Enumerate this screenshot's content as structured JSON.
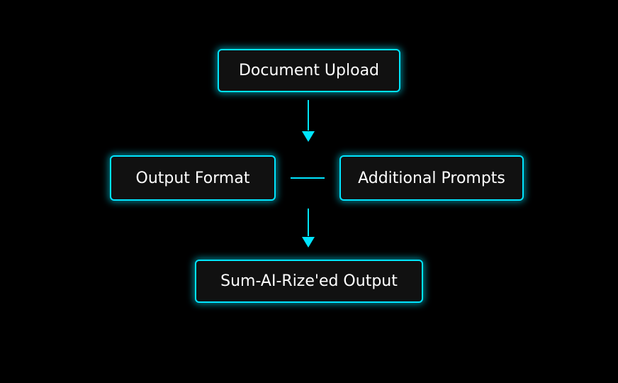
{
  "colors": {
    "background": "#000000",
    "accent": "#00e5ff",
    "node_fill": "#111111",
    "text": "#ffffff"
  },
  "diagram": {
    "nodes": {
      "upload": "Document Upload",
      "format": "Output Format",
      "prompts": "Additional Prompts",
      "output": "Sum-AI-Rize'ed Output"
    },
    "edges": [
      {
        "from": "upload",
        "to": "row-2",
        "style": "arrow"
      },
      {
        "from": "format",
        "to": "prompts",
        "style": "line"
      },
      {
        "from": "row-2",
        "to": "output",
        "style": "arrow"
      }
    ]
  }
}
